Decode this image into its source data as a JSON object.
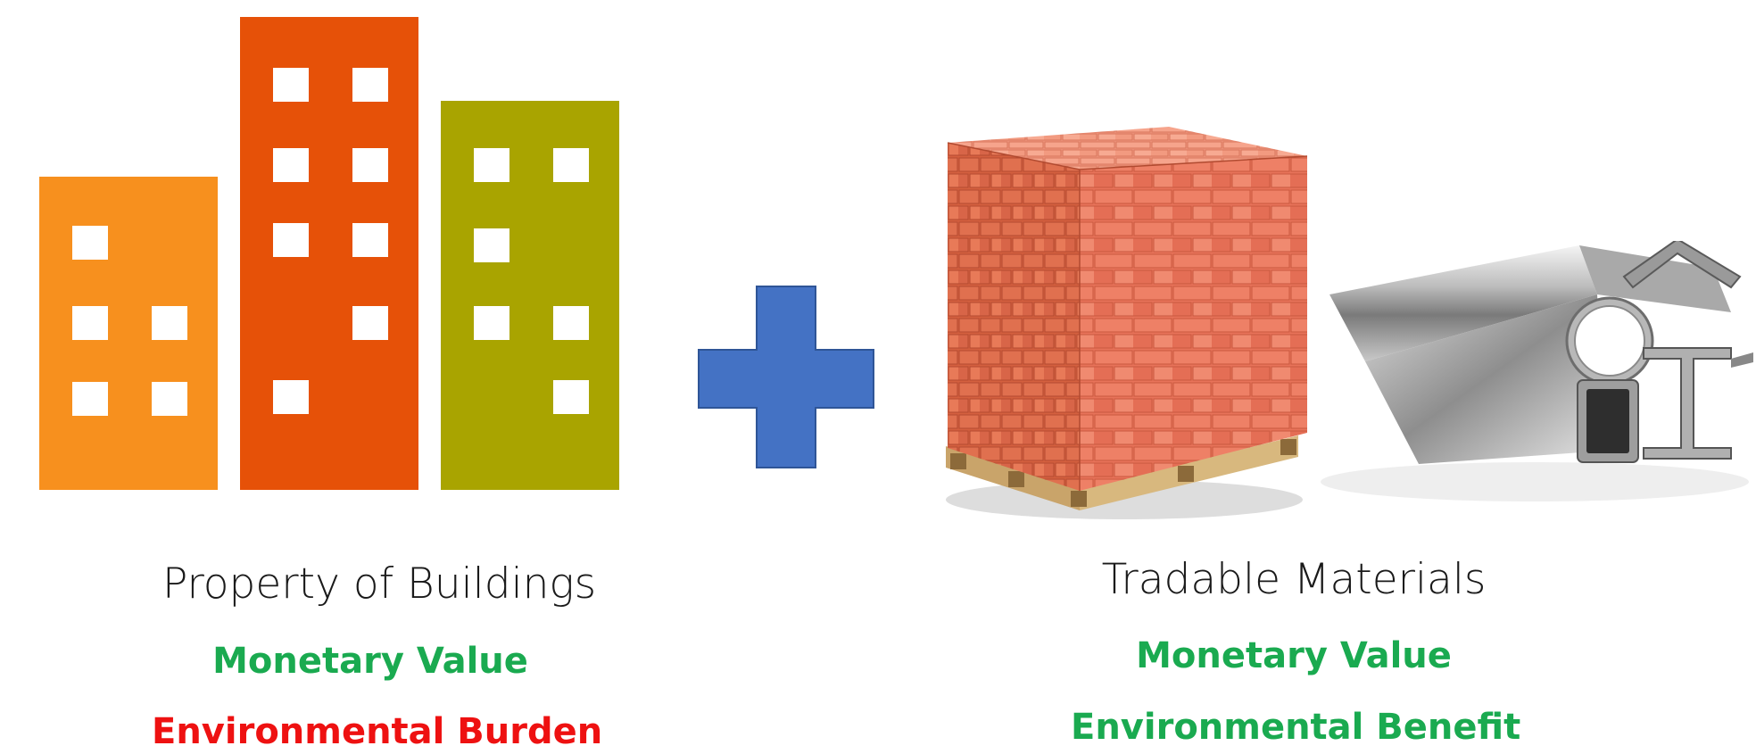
{
  "colors": {
    "building_left": "#F7901E",
    "building_middle": "#E65108",
    "building_right": "#A9A400",
    "plus": "#4472C4",
    "monetary": "#1AAA50",
    "burden": "#EE1111",
    "benefit": "#1AAA50"
  },
  "left_group": {
    "icon": "buildings-icon",
    "title": "Property of Buildings",
    "line1": "Monetary Value",
    "line2": "Environmental Burden"
  },
  "operator": {
    "icon": "plus-icon"
  },
  "right_group": {
    "icons": [
      "brick-pallet-image",
      "steel-profiles-image"
    ],
    "title": "Tradable Materials",
    "line1": "Monetary Value",
    "line2": "Environmental Benefit"
  }
}
